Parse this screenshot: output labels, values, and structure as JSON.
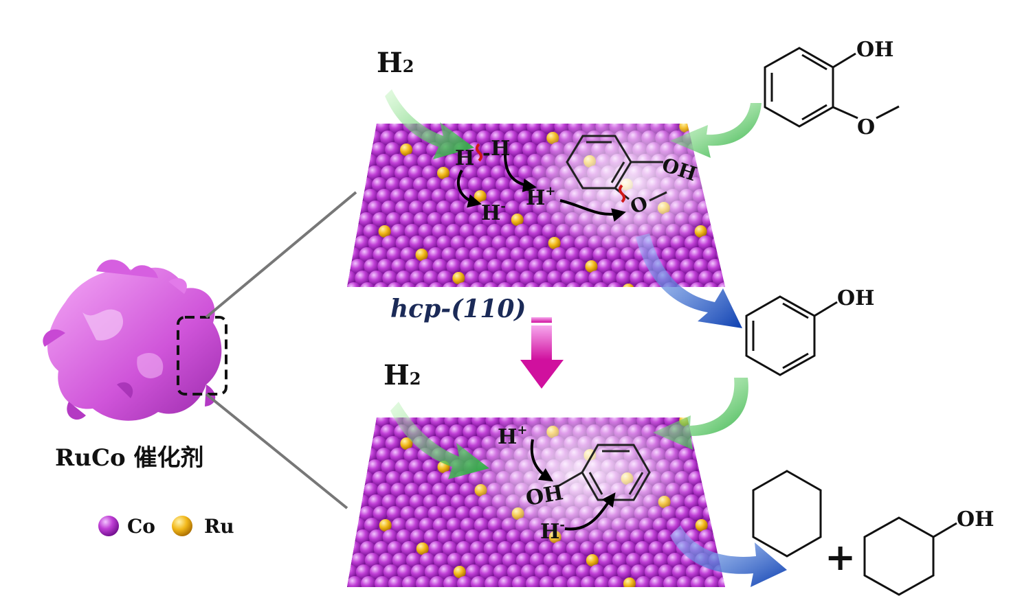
{
  "labels": {
    "h2_top": "H",
    "h2_top_sub": "2",
    "h2_bottom": "H",
    "h2_bottom_sub": "2",
    "surface": "hcp-(110)",
    "catalyst": "RuCo 催化剂",
    "legend_co": "Co",
    "legend_ru": "Ru",
    "hh_left": "H",
    "hh_right": "H",
    "hh_dash": "-",
    "h_minus_top": "H",
    "h_minus_top_sup": "-",
    "h_plus_top": "H",
    "h_plus_top_sup": "+",
    "adsorbed_oh_top": "OH",
    "adsorbed_o_top": "O",
    "h_plus_bottom": "H",
    "h_plus_bottom_sup": "+",
    "adsorbed_oh_bottom": "OH",
    "h_minus_bottom": "H",
    "h_minus_bottom_sup": "-",
    "guaiacol_oh": "OH",
    "guaiacol_o": "O",
    "phenol_oh": "OH",
    "cyclohexanol_oh": "OH",
    "plus": "+"
  },
  "colors": {
    "co_atom": "#c03fd6",
    "ru_atom": "#f2b81a",
    "green_arrow": "#3fbf4a",
    "blue_arrow": "#1d5fd1",
    "magenta_arrow": "#e020c8",
    "surface_label": "#1b2a57"
  },
  "icons": {
    "catalyst": "ruco-nanoparticle-icon",
    "legend_co": "co-atom-icon",
    "legend_ru": "ru-atom-icon"
  }
}
